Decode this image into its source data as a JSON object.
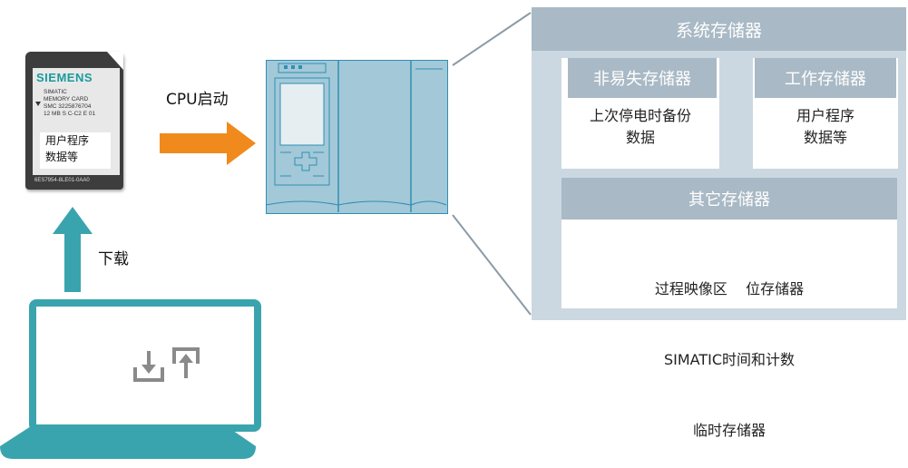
{
  "sd_card": {
    "brand": "SIEMENS",
    "line1": "SIMATIC",
    "line2": "MEMORY CARD",
    "line3": "SMC 3225876704",
    "line4": "12 MB  S C-C2  E 01",
    "content_line1": "用户程序",
    "content_line2": "数据等",
    "order_number": "6ES7954-8LE01-0AA0"
  },
  "labels": {
    "cpu_start": "CPU启动",
    "download": "下载"
  },
  "system_memory": {
    "title": "系统存储器",
    "retentive": {
      "title": "非易失存储器",
      "body_line1": "上次停电时备份",
      "body_line2": "数据"
    },
    "work": {
      "title": "工作存储器",
      "body_line1": "用户程序",
      "body_line2": "数据等"
    },
    "other": {
      "title": "其它存储器",
      "body_line1": "过程映像区    位存储器",
      "body_line2": "SIMATIC时间和计数",
      "body_line3": "临时存储器"
    }
  },
  "colors": {
    "teal": "#3aa4ae",
    "orange": "#f08a1c",
    "cpu_fill": "#a3c8d8",
    "panel_header": "#a9b9c5",
    "panel_bg": "#cbd8e1"
  }
}
